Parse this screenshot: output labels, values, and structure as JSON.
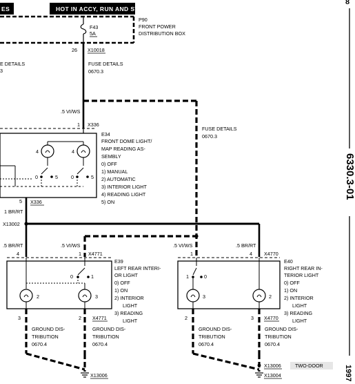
{
  "header": {
    "left_tab": "ES",
    "main_tab": "HOT IN ACCY, RUN AND START"
  },
  "side": {
    "page_number": "6330.3-01",
    "year": "1997",
    "top_digit": "8"
  },
  "fuse_box": {
    "id": "P90",
    "name_line1": "FRONT POWER",
    "name_line2": "DISTRIBUTION BOX",
    "fuse_id": "F43",
    "fuse_rating": "5A",
    "pin": "26",
    "connector": "X10018"
  },
  "fuse_details_left": {
    "line1": "E DETAILS",
    "line2": "3"
  },
  "fuse_details_center": {
    "line1": "FUSE DETAILS",
    "line2": "0670.3"
  },
  "fuse_details_right": {
    "line1": "FUSE DETAILS",
    "line2": "0670.3"
  },
  "wires": {
    "w1": ".5 VI/WS",
    "w2": "1 BR/RT",
    "w3": ".5 BR/RT",
    "w4": ".5 VI/WS",
    "w5": ".5 VI/WS",
    "w6": ".5 BR/RT"
  },
  "e34": {
    "id": "E34",
    "l1": "FRONT DOME LIGHT/",
    "l2": "MAP READING AS-",
    "l3": "SEMBLY",
    "o0": "0)   OFF",
    "o1": "1)   MANUAL",
    "o2": "2)   AUTOMATIC",
    "o3": "3)   INTERIOR LIGHT",
    "o4": "4)   READING LIGHT",
    "o5": "5)   ON",
    "pin_top": "1",
    "conn_top": "X336",
    "pin_bottom": "5",
    "conn_bottom": "X336",
    "lamp_a": "4",
    "lamp_b": "4",
    "sw_a_0": "0",
    "sw_a_5": "5",
    "sw_b_0": "0",
    "sw_b_5": "5"
  },
  "splice": "X13002",
  "e39": {
    "id": "E39",
    "l1": "LEFT REAR INTERI-",
    "l2": "OR LIGHT",
    "o0": "0)   OFF",
    "o1": "1)   ON",
    "o2a": "2)   INTERIOR",
    "o2b": "LIGHT",
    "o3a": "3)   READING",
    "o3b": "LIGHT",
    "pin_tl": "4",
    "pin_tr": "1",
    "conn_top": "X4771",
    "pin_bl": "3",
    "pin_br": "2",
    "conn_bottom": "X4771",
    "sw0": "0",
    "sw1": "1",
    "lamp_l": "2",
    "lamp_r": "3"
  },
  "e40": {
    "id": "E40",
    "l1": "RIGHT REAR IN-",
    "l2": "TERIOR LIGHT",
    "o0": "0)   OFF",
    "o1": "1)   ON",
    "o2a": "2)   INTERIOR",
    "o2b": "LIGHT",
    "o3a": "3)   READING",
    "o3b": "LIGHT",
    "pin_tl": "1",
    "pin_tr": "4",
    "conn_top": "X4770",
    "pin_bl": "2",
    "pin_br": "3",
    "conn_bottom": "X4770",
    "sw0": "0",
    "sw1": "1",
    "lamp_l": "3",
    "lamp_r": "2"
  },
  "ground": {
    "g1_l1": "GROUND DIS-",
    "g1_l2": "TRIBUTION",
    "g1_l3": "0670.4",
    "g2_l1": "GROUND DIS-",
    "g2_l2": "TRIBUTION",
    "g2_l3": "0670.4",
    "g3_l1": "GROUND DIS-",
    "g3_l2": "TRIBUTION",
    "g3_l3": "0670.4",
    "g4_l1": "GROUND DIS-",
    "g4_l2": "TRIBUTION",
    "g4_l3": "0670.4",
    "ground_left": "X13006",
    "ground_right": "X13004",
    "ground_right_top": "X13006",
    "variant": "TWO-DOOR"
  }
}
